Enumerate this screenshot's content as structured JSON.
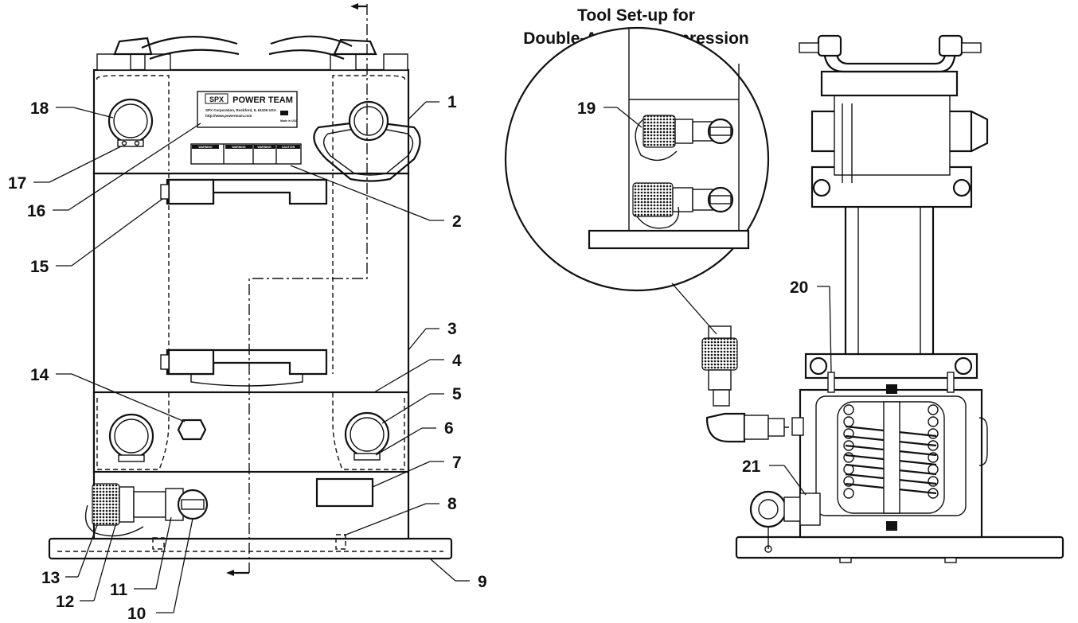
{
  "title": {
    "line1": "Tool Set-up for",
    "line2": "Double-Action Compression"
  },
  "nameplate": {
    "brand_box": "SPX",
    "brand": "POWER TEAM",
    "address": "SPX Corporation, Rockford, IL 61109 USA",
    "url": "http://www.powerteam.com",
    "made_in": "Made in USA"
  },
  "warning_label": {
    "panel1": "WARNING",
    "panel2": "WARNING",
    "panel3": "WARNING",
    "panel4": "CAUTION"
  },
  "callouts": {
    "c1": "1",
    "c2": "2",
    "c3": "3",
    "c4": "4",
    "c5": "5",
    "c6": "6",
    "c7": "7",
    "c8": "8",
    "c9": "9",
    "c10": "10",
    "c11": "11",
    "c12": "12",
    "c13": "13",
    "c14": "14",
    "c15": "15",
    "c16": "16",
    "c17": "17",
    "c18": "18",
    "c19": "19",
    "c20": "20",
    "c21": "21"
  }
}
